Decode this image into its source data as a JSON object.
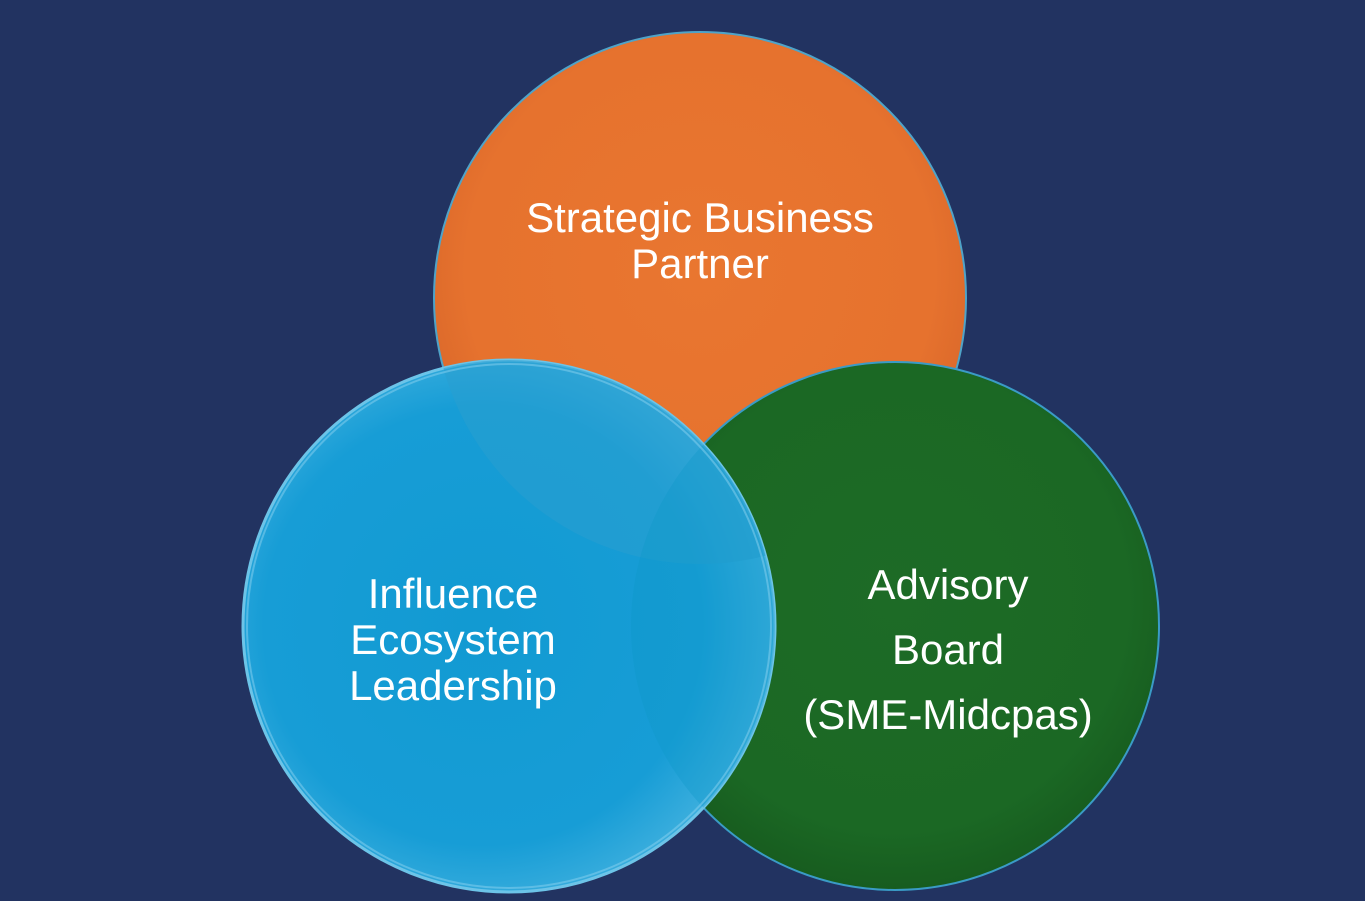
{
  "diagram": {
    "type": "venn",
    "circles": [
      {
        "id": "strategic",
        "lines": [
          "Strategic Business",
          "Partner"
        ],
        "color": "#E8742F"
      },
      {
        "id": "advisory",
        "lines": [
          "Advisory",
          "Board",
          "(SME-Midcpas)"
        ],
        "color": "#1B6A25"
      },
      {
        "id": "influence",
        "lines": [
          "Influence",
          "Ecosystem",
          "Leadership"
        ],
        "color": "#159CD6"
      }
    ],
    "background_color": "#223361",
    "text_color": "#FFFFFF"
  }
}
